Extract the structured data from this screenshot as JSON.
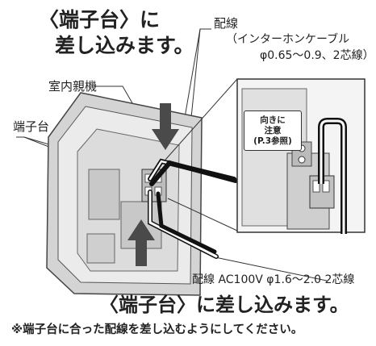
{
  "title_top": {
    "line1": "〈端子台〉に",
    "line2": "差し込みます。"
  },
  "labels": {
    "wiring": "配線",
    "intercom_cable_line1": "（インターホンケーブル",
    "intercom_cable_line2": "φ0.65〜0.9、2芯線）",
    "indoor_unit": "室内親機",
    "terminal_block": "端子台",
    "ac_wiring": "配線 AC100V φ1.6〜2.0 2芯線"
  },
  "callout": {
    "line1": "向きに",
    "line2": "注意",
    "line3": "(P.3参照)"
  },
  "title_bottom": "〈端子台〉に差し込みます。",
  "note": "※端子台に合った配線を差し込むようにしてください。",
  "colors": {
    "panel_fill": "#e2e2e2",
    "panel_dark": "#bdbdbd",
    "arrow": "#4a4a4a",
    "wire": "#111111"
  }
}
